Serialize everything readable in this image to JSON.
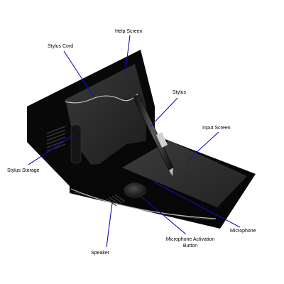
{
  "title": "",
  "colors": {
    "background": "#ffffff",
    "device_body": "#0a0a0a",
    "screen": "#2a2a2a",
    "leader_line": "#1010c0"
  },
  "labels": {
    "help_screen": "Help Screen",
    "stylus_cord": "Stylus Cord",
    "stylus": "Stylus",
    "input_screen": "Input Screen",
    "stylus_storage": "Stylus Storage",
    "microphone": "Microphone",
    "microphone_activation_line1": "Microphone Activation",
    "microphone_activation_line2": "Button",
    "speaker": "Speaker"
  }
}
